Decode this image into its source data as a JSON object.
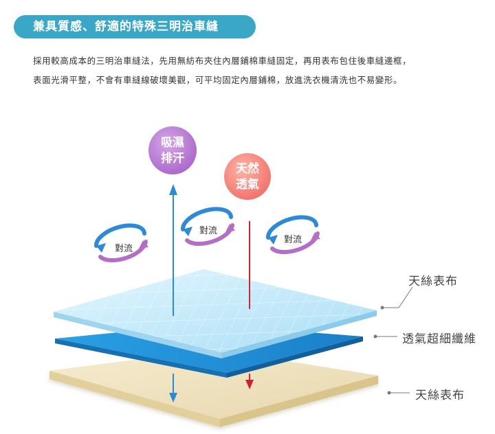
{
  "header": {
    "title": "兼具質感、舒適的特殊三明治車縫"
  },
  "description": {
    "line1": "採用較高成本的三明治車縫法，先用無紡布夾住內層鋪棉車縫固定，再用表布包住後車縫邊框，",
    "line2": "表面光滑平整，不會有車縫線破壞美觀，可平均固定內層鋪棉，放進洗衣機清洗也不易變形。"
  },
  "diagram": {
    "bubble_absorb": {
      "line1": "吸濕",
      "line2": "排汗"
    },
    "bubble_breath": {
      "line1": "天然",
      "line2": "透氣"
    },
    "convection_left": "對流",
    "convection_mid": "對流",
    "convection_right": "對流",
    "layer_top_label": "天絲表布",
    "layer_mid_label": "透氣超細纖維",
    "layer_bottom_label": "天絲表布"
  },
  "colors": {
    "title_pill": "#3aa7c6",
    "bubble_absorb": "#b77fd0",
    "bubble_breath": "#f4807a",
    "arrow_blue": "#2a8bd5",
    "arrow_red": "#cc2233",
    "layer_top": "#c9ecfb",
    "layer_mid": "#1f8fd6",
    "layer_bottom": "#efe3c0"
  }
}
